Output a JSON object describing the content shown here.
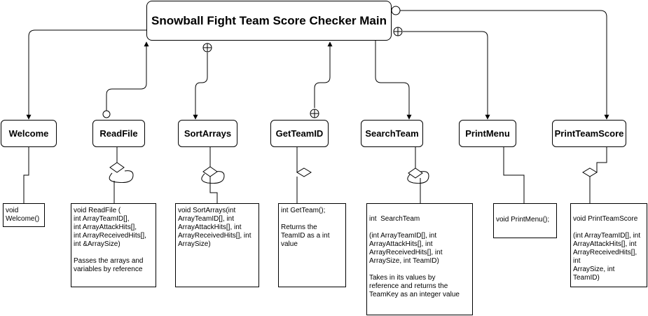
{
  "main": {
    "title": "Snowball Fight Team Score Checker Main"
  },
  "modules": [
    {
      "id": "welcome",
      "label": "Welcome",
      "note": "void\nWelcome()"
    },
    {
      "id": "readfile",
      "label": "ReadFile",
      "note": "void ReadFile (\nint ArrayTeamID[],\nint ArrayAttackHits[],\nint ArrayReceivedHits[],\nint &ArraySize)\n\nPasses the arrays and\nvariables by reference"
    },
    {
      "id": "sortarrays",
      "label": "SortArrays",
      "note": "void SortArrays(int\nArrayTeamID[], int\nArrayAttackHits[], int\nArrayReceivedHits[], int\nArraySize)"
    },
    {
      "id": "getteamid",
      "label": "GetTeamID",
      "note": "int GetTeam();\n\nReturns the\nTeamID as a int\nvalue"
    },
    {
      "id": "searchteam",
      "label": "SearchTeam",
      "note": "int  SearchTeam\n\n(int ArrayTeamID[], int\nArrayAttackHits[], int\nArrayReceivedHits[], int\nArraySize, int TeamID)\n\nTakes in its values by\nreference and returns the\nTeamKey as an integer value"
    },
    {
      "id": "printmenu",
      "label": "PrintMenu",
      "note": "void PrintMenu();"
    },
    {
      "id": "printteamscore",
      "label": "PrintTeamScore",
      "note": "void PrintTeamScore\n\n(int ArrayTeamID[], int\nArrayAttackHits[], int\nArrayReceivedHits[], int\nArraySize, int\nTeamID)"
    }
  ]
}
